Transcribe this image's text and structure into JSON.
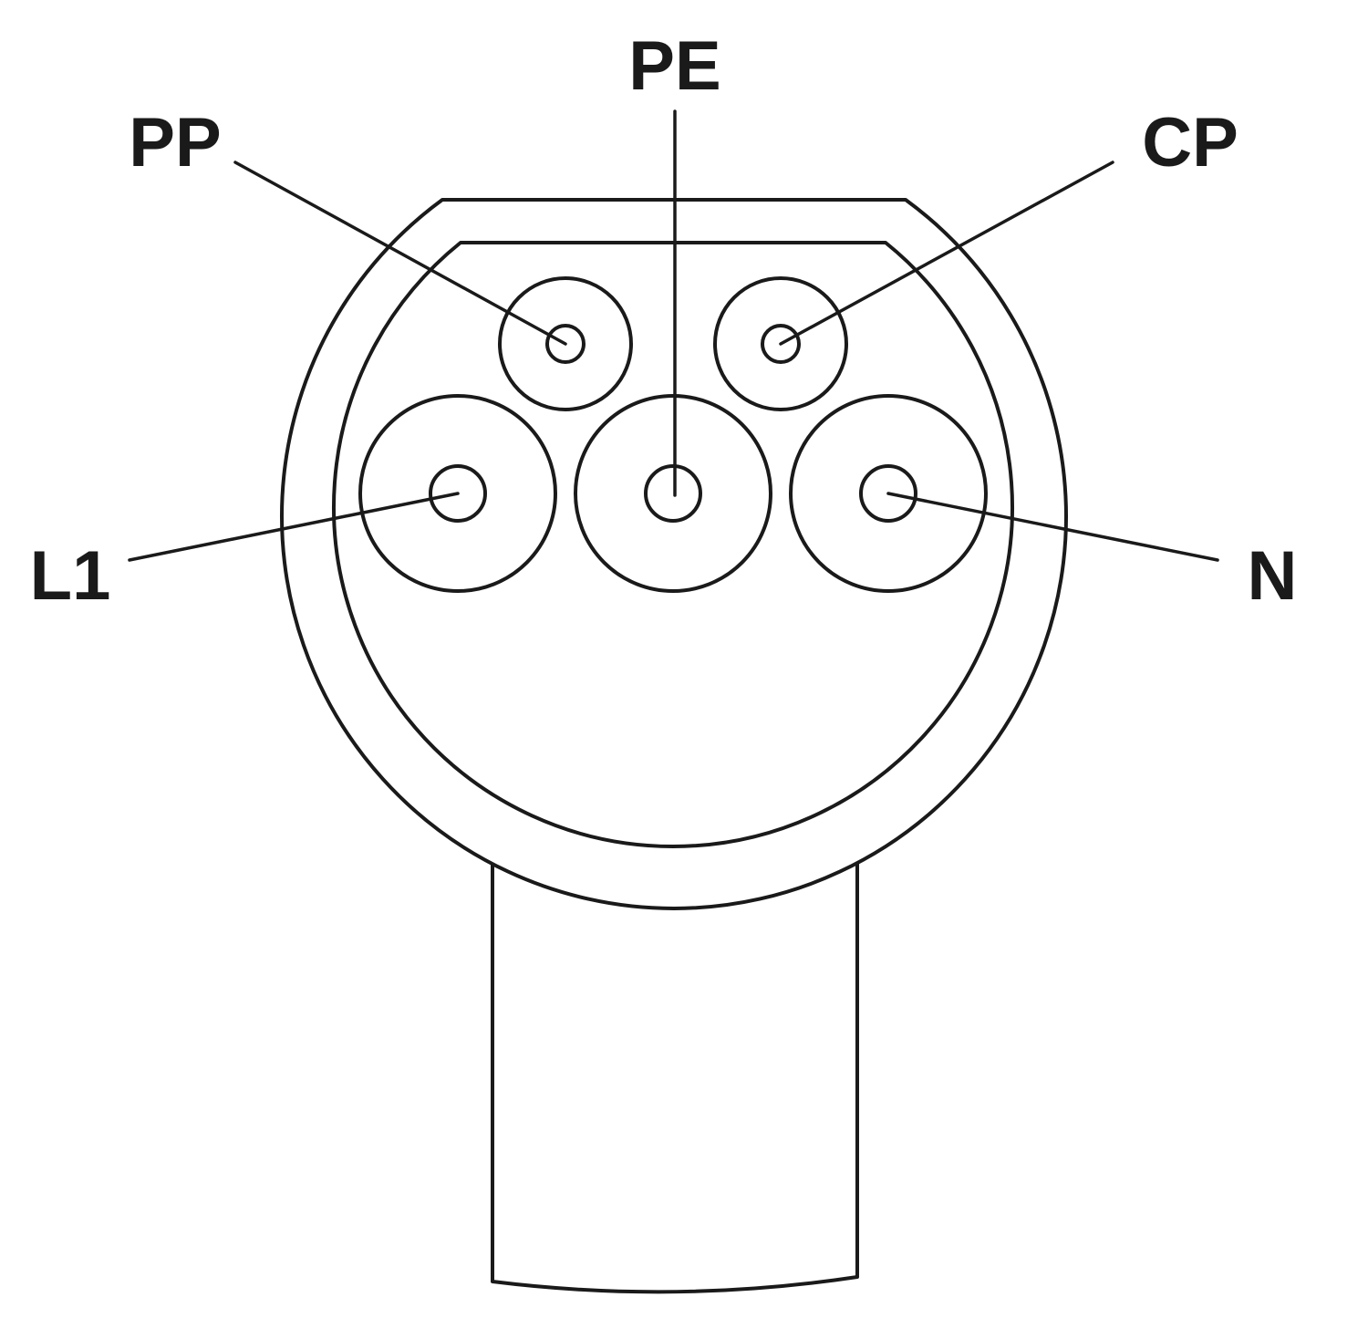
{
  "diagram": {
    "stroke_color": "#1a1a1a",
    "background_color": "#ffffff",
    "labels": {
      "pe": "PE",
      "pp": "PP",
      "cp": "CP",
      "l1": "L1",
      "n": "N"
    }
  }
}
